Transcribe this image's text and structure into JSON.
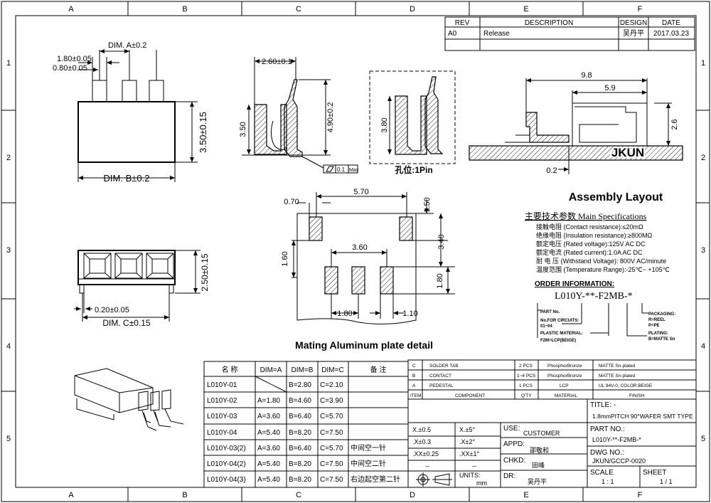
{
  "border": {
    "cols": [
      "A",
      "B",
      "C",
      "D",
      "E",
      "F"
    ],
    "rows": [
      "1",
      "2",
      "3",
      "4",
      "5"
    ]
  },
  "revision": {
    "headers": [
      "REV",
      "DESCRIPTION",
      "DESIGN",
      "DATE"
    ],
    "row": [
      "A0",
      "Release",
      "吴丹平",
      "2017.03.23"
    ]
  },
  "top_view": {
    "dim_a": "DIM. A±0.2",
    "pin_w": "1.80±0.05",
    "pin_t": "0.80±0.05",
    "height": "3.50±0.15",
    "dim_b": "DIM. B±0.2"
  },
  "side_view": {
    "top": "2.60±0.1",
    "left": "3.50",
    "right": "4.90±0.2",
    "flatness_val": "0.1",
    "flatness_max": "Max"
  },
  "hole_view": {
    "height": "3.80",
    "label": "孔位:1Pin"
  },
  "assembly": {
    "width_outer": "9.8",
    "width_inner": "5.9",
    "height": "2.6",
    "offset": "0.2",
    "logo": "JKUN",
    "title": "Assembly Layout"
  },
  "specs": {
    "title": "主要技术参数 Main Specifications",
    "lines": [
      "接触电阻 (Contact resistance):≤20mΩ",
      "绝缘电阻 (Insulation resistance):≥800MΩ",
      "额定电压 (Rated voltage):125V AC DC",
      "额定电流 (Rated current):1.0A AC DC",
      "耐 电 压 (Withstand Voltage): 800V AC/minute",
      "温度范围 (Temperature Range):-25℃~ +105℃"
    ]
  },
  "order": {
    "title": "ORDER INFORMATION:",
    "code": "L010Y-**-F2MB-*",
    "part_no": "PART No.",
    "circuits": "No.FOR CIRCUITS:",
    "circuits_range": "01~04",
    "plastic": "PLASTIC MATERIAL:",
    "plastic_val": "F2M=LCP(BEIGE)",
    "packaging": "PACKAGING:",
    "pack_r": "R=REEL",
    "pack_p": "P=PE",
    "plating": "PLATING:",
    "plating_val": "B=MATTE Sn"
  },
  "top_view_front": {
    "height": "2.50±0.15",
    "pin_w": "0.20±0.05",
    "dim_c": "DIM. C±0.15"
  },
  "plate": {
    "w_top": "5.70",
    "w_left": "0.70",
    "h_right_top": "1.50",
    "h_right": "3.40",
    "h_left": "1.60",
    "pitch": "3.60",
    "h_pad": "1.80",
    "pad_pitch": "1.80",
    "pad_w": "1.10",
    "title": "Mating Aluminum plate detail"
  },
  "dim_table": {
    "headers": [
      "名 称",
      "DIM=A",
      "DIM=B",
      "DIM=C",
      "备 注"
    ],
    "rows": [
      [
        "L010Y-01",
        "",
        "B=2.80",
        "C=2.10",
        ""
      ],
      [
        "L010Y-02",
        "A=1.80",
        "B=4.60",
        "C=3.90",
        ""
      ],
      [
        "L010Y-03",
        "A=3.60",
        "B=6.40",
        "C=5.70",
        ""
      ],
      [
        "L010Y-04",
        "A=5.40",
        "B=8.20",
        "C=7.50",
        ""
      ],
      [
        "L010Y-03(2)",
        "A=3.60",
        "B=6.40",
        "C=5.70",
        "中间空一针"
      ],
      [
        "L010Y-04(2)",
        "A=5.40",
        "B=8.20",
        "C=7.50",
        "中间空二针"
      ],
      [
        "L010Y-04(3)",
        "A=5.40",
        "B=8.20",
        "C=7.50",
        "右边起空第二针"
      ]
    ]
  },
  "bom": {
    "rows": [
      [
        "C",
        "SOLDER TAB",
        "2 PCS",
        "PhosphorBronze",
        "MATTE Sn-plated"
      ],
      [
        "B",
        "CONTACT",
        "1~4 PCS",
        "PhosphorBronze",
        "MATTE Sn-plated"
      ],
      [
        "A",
        "PEDESTAL",
        "1 PCS",
        "LCP",
        "UL 94V-0, COLOR:BEIGE"
      ]
    ],
    "headers": [
      "ITEM",
      "COMPONENT",
      "Q'TY",
      "MATERIAL",
      "FINISH"
    ]
  },
  "title_block": {
    "title_label": "TITLE: -",
    "title_value": "1.8mmPITCH 90°WAFER SMT TYPE",
    "tol": [
      [
        "X.±0.5",
        "X.±5°"
      ],
      [
        ".X±0.3",
        ".X±2°"
      ],
      [
        ".XX±0.25",
        ".XX±1°"
      ],
      [
        "--",
        "--"
      ]
    ],
    "units_label": "UNITS:",
    "units_value": "mm",
    "use_label": "USE:",
    "use_value": "CUSTOMER",
    "appd_label": "APPD:",
    "appd_value": "邵敬和",
    "chkd_label": "CHKD:",
    "chkd_value": "田峰",
    "dr_label": "DR:",
    "dr_value": "吴丹平",
    "part_label": "PART NO.:",
    "part_value": "L010Y-**-F2MB-*",
    "dwg_label": "DWG NO.:",
    "dwg_value": "JKUN/GCCP-0020",
    "scale_label": "SCALE",
    "scale_value": "1 : 1",
    "sheet_label": "SHEET",
    "sheet_value": "1 / 1"
  }
}
